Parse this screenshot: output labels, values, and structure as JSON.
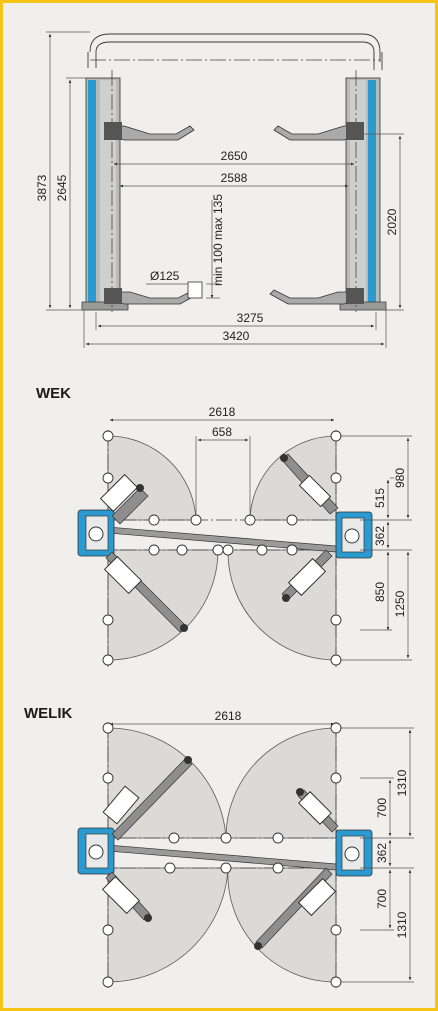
{
  "front_view": {
    "dims": {
      "total_height": "3873",
      "column_height": "2645",
      "width_2650": "2650",
      "width_2588": "2588",
      "lift_height": "2020",
      "min_max": "min 100 max 135",
      "pad_diameter": "Ø125",
      "width_3275": "3275",
      "width_3420": "3420"
    }
  },
  "wek": {
    "label": "WEK",
    "dims": {
      "span": "2618",
      "inner": "658",
      "right_980": "980",
      "right_515": "515",
      "right_362": "362",
      "right_850": "850",
      "right_1250": "1250"
    }
  },
  "welik": {
    "label": "WELIK",
    "dims": {
      "span": "2618",
      "right_1310_top": "1310",
      "right_700_top": "700",
      "right_362": "362",
      "right_700_bottom": "700",
      "right_1310_bottom": "1310"
    }
  },
  "colors": {
    "frame": "#f6c414",
    "background": "#f1efec",
    "column_accent": "#2a9ad0",
    "arm": "#9a9a9a"
  }
}
